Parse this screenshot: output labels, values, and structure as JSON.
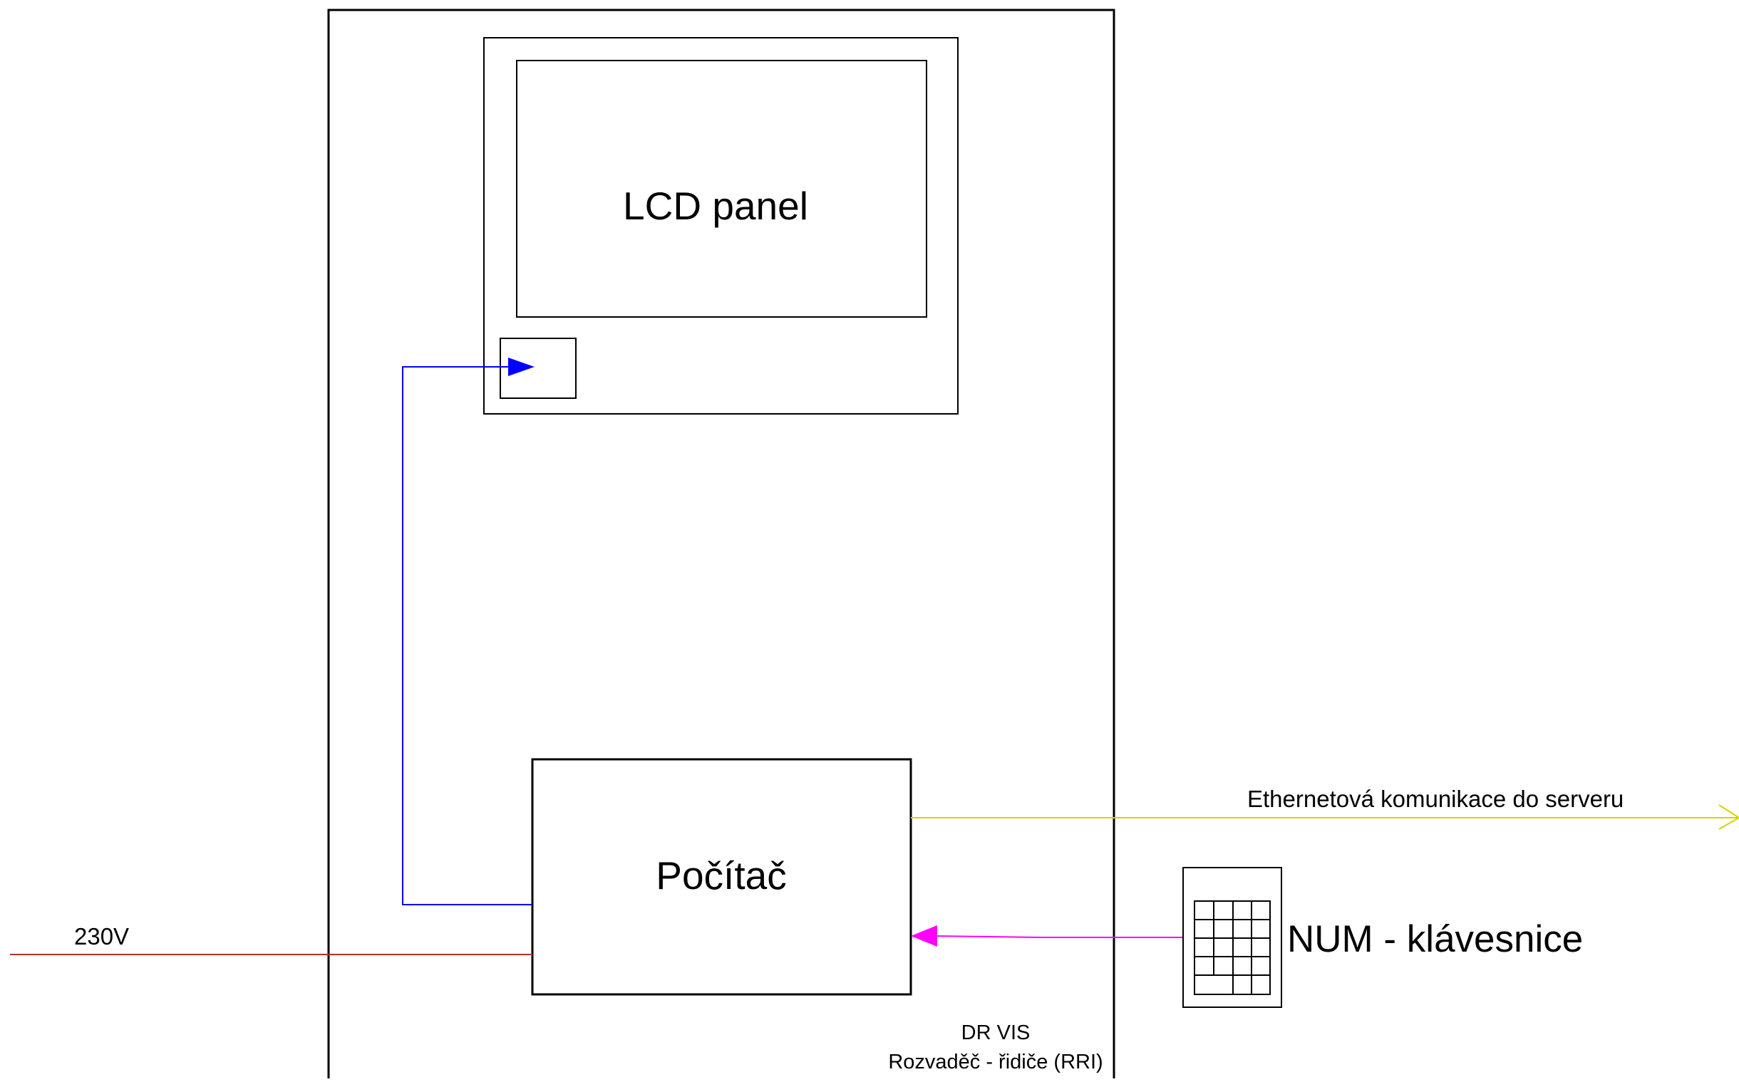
{
  "diagram": {
    "lcd_label": "LCD panel",
    "computer_label": "Počítač",
    "keypad_label": "NUM -  klávesnice",
    "ethernet_label": "Ethernetová komunikace do serveru",
    "power_label": "230V",
    "cabinet_name": "DR VIS",
    "cabinet_subtitle": "Rozvaděč - řidiče (RRI)"
  },
  "colors": {
    "outline": "#000000",
    "video_link": "#0000ff",
    "ethernet_link": "#d4d400",
    "keypad_link": "#ff00ff",
    "power_line": "#b03030"
  }
}
